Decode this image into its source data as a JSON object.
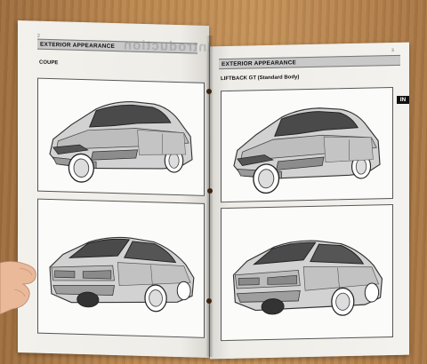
{
  "booklet": {
    "left_page": {
      "page_number": "2",
      "header": "EXTERIOR APPEARANCE",
      "ghost_heading": "Introduction",
      "section_label": "COUPE"
    },
    "right_page": {
      "page_number": "3",
      "header": "EXTERIOR APPEARANCE",
      "section_label": "LIFTBACK GT (Standard Body)",
      "tab_label": "IN"
    }
  },
  "colors": {
    "wood": "#b9864f",
    "paper": "#f4f2ee",
    "header_fill": "#c9c9c9",
    "car_light": "#d2d2d2",
    "car_mid": "#a6a6a6",
    "car_dark": "#4a4a4a"
  },
  "icons": {
    "front_view": "car-front-three-quarter-drawing",
    "rear_view": "car-rear-three-quarter-drawing"
  }
}
